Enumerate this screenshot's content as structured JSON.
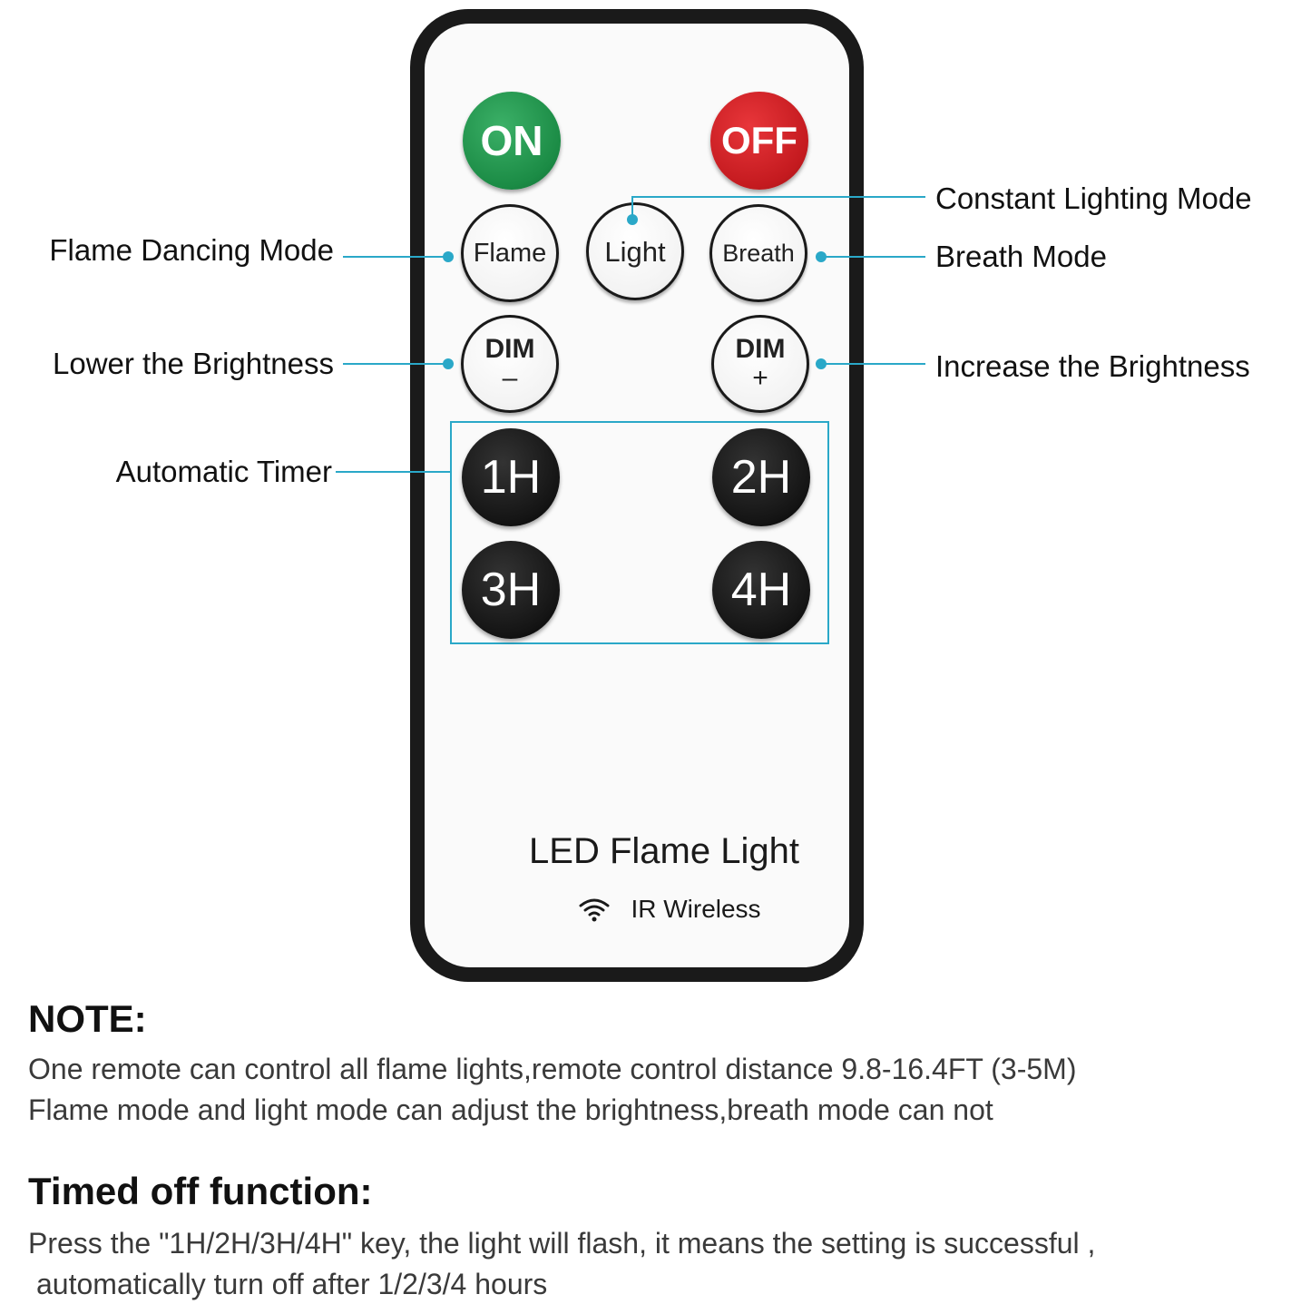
{
  "remote": {
    "buttons": {
      "on": "ON",
      "off": "OFF",
      "flame": "Flame",
      "light": "Light",
      "breath": "Breath",
      "dim_minus_word": "DIM",
      "dim_minus_sign": "–",
      "dim_plus_word": "DIM",
      "dim_plus_sign": "+",
      "timer_1h": "1H",
      "timer_2h": "2H",
      "timer_3h": "3H",
      "timer_4h": "4H"
    },
    "brand_title": "LED Flame Light",
    "brand_subtitle": "IR Wireless",
    "brand_icon": "wifi-signal-icon"
  },
  "callouts": {
    "flame_dancing_mode": "Flame Dancing Mode",
    "lower_brightness": "Lower the Brightness",
    "automatic_timer": "Automatic Timer",
    "constant_lighting_mode": "Constant Lighting Mode",
    "breath_mode": "Breath Mode",
    "increase_brightness": "Increase the Brightness"
  },
  "colors": {
    "callout_line": "#2aa8c8",
    "on_button": "#1b8b45",
    "off_button": "#c41a1f",
    "remote_frame": "#1a1a1a"
  },
  "notes": {
    "note_heading": "NOTE:",
    "note_line_1": "One remote can control all flame lights,remote control distance 9.8-16.4FT (3-5M)",
    "note_line_2": "Flame mode and light mode can adjust the brightness,breath mode can not",
    "timed_heading": "Timed off function:",
    "timed_line_1": "Press the \"1H/2H/3H/4H\" key, the light will flash, it means the setting is successful ,",
    "timed_line_2": "automatically turn off after 1/2/3/4 hours"
  }
}
